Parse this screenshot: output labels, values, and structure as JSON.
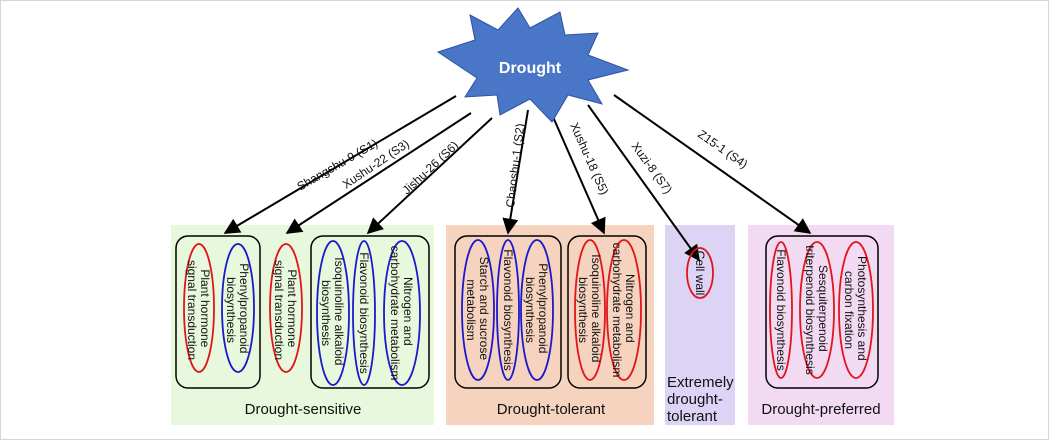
{
  "root": {
    "label": "Drought",
    "color": "#4a76c7"
  },
  "arrows": [
    {
      "id": "s1",
      "label": "Shangshu-9 (S1)"
    },
    {
      "id": "s3",
      "label": "Xushu-22 (S3)"
    },
    {
      "id": "s6",
      "label": "Jishu-26 (S6)"
    },
    {
      "id": "s2",
      "label": "Chaoshu-1 (S2)"
    },
    {
      "id": "s5",
      "label": "Xushu-18 (S5)"
    },
    {
      "id": "s7",
      "label": "Xuzi-8 (S7)"
    },
    {
      "id": "s4",
      "label": "Z15-1 (S4)"
    }
  ],
  "groups": {
    "sensitive": {
      "label": "Drought-sensitive",
      "bg": "#e8f8dc"
    },
    "tolerant": {
      "label": "Drought-tolerant",
      "bg": "#f6d3bf"
    },
    "extreme": {
      "label_lines": [
        "Extremely",
        "drought-",
        "tolerant"
      ],
      "bg": "#ddd3f5"
    },
    "preferred": {
      "label": "Drought-preferred",
      "bg": "#f2daf2"
    }
  },
  "pathways": {
    "s1_hormone": [
      "Plant hormone",
      "signal transduction"
    ],
    "s1_phenyl": [
      "Phenylpropanoid",
      "biosynthesis"
    ],
    "s3_hormone": [
      "Plant hormone",
      "signal transduction"
    ],
    "s6_isoquinoline": [
      "Isoquinoline alkaloid",
      "biosynthesis"
    ],
    "s6_flavonoid": [
      "Flavonoid biosynthesis"
    ],
    "s6_nitrogen": [
      "Nitrogen and",
      "carbohydrate metabolism"
    ],
    "s2_starch": [
      "Starch and sucrose",
      "metabolism"
    ],
    "s2_flavonoid": [
      "Flavonoid biosynthesis"
    ],
    "s2_phenyl": [
      "Phenylpropanoid",
      "biosynthesis"
    ],
    "s5_isoquinoline": [
      "Isoquinoline alkaloid",
      "biosynthesis"
    ],
    "s5_nitrogen": [
      "Nitrogen and",
      "carbohydrate metabolism"
    ],
    "s7_cellwall": [
      "Cell wall"
    ],
    "s4_flavonoid": [
      "Flavonoid biosynthesis"
    ],
    "s4_sesqui": [
      "Sesquiterpenoid",
      "triterpenoid biosynthesis"
    ],
    "s4_photo": [
      "Photosynthesis and",
      "carbon fixation"
    ]
  },
  "colors": {
    "up": "#e0161b",
    "down": "#1a1acc"
  }
}
